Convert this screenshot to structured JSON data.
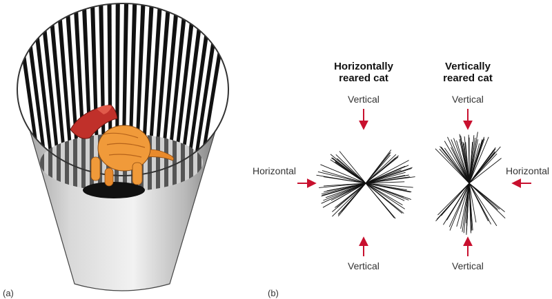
{
  "panels": {
    "a_label": "(a)",
    "b_label": "(b)"
  },
  "figure_b": {
    "left_title_line1": "Horizontally",
    "left_title_line2": "reared cat",
    "right_title_line1": "Vertically",
    "right_title_line2": "reared cat",
    "vertical_label": "Vertical",
    "horizontal_label": "Horizontal"
  },
  "colors": {
    "arrow": "#c8102e",
    "stripe": "#111111",
    "collar": "#c0302a",
    "cat": "#e88a2c",
    "drum_light": "#d8d8d8",
    "drum_dark": "#7a7a7a"
  },
  "icons": {
    "arrow": "red-arrow-icon",
    "cat": "cat-illustration"
  }
}
